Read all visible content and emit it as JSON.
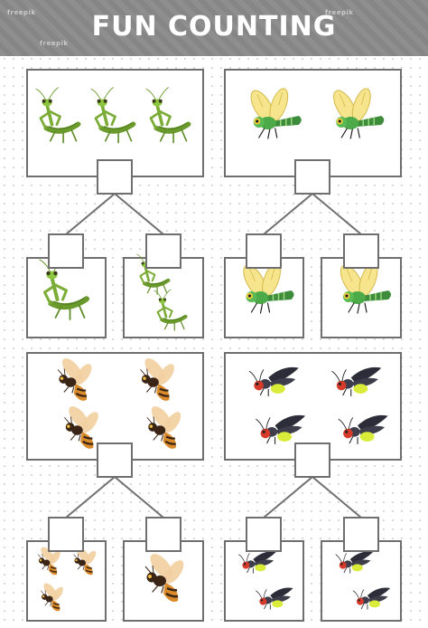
{
  "header": {
    "title": "FUN COUNTING",
    "watermark": "freepik"
  },
  "colors": {
    "header_bg": "#8a8a8a",
    "box_stroke": "#6f6f6f"
  },
  "puzzles": [
    {
      "insect": "mantis-icon",
      "top_count": 3,
      "left_count": 1,
      "right_count": 2
    },
    {
      "insect": "dragonfly-icon",
      "top_count": 2,
      "left_count": 1,
      "right_count": 1
    },
    {
      "insect": "wasp-icon",
      "top_count": 4,
      "left_count": 3,
      "right_count": 1
    },
    {
      "insect": "firefly-icon",
      "top_count": 4,
      "left_count": 2,
      "right_count": 2
    }
  ]
}
